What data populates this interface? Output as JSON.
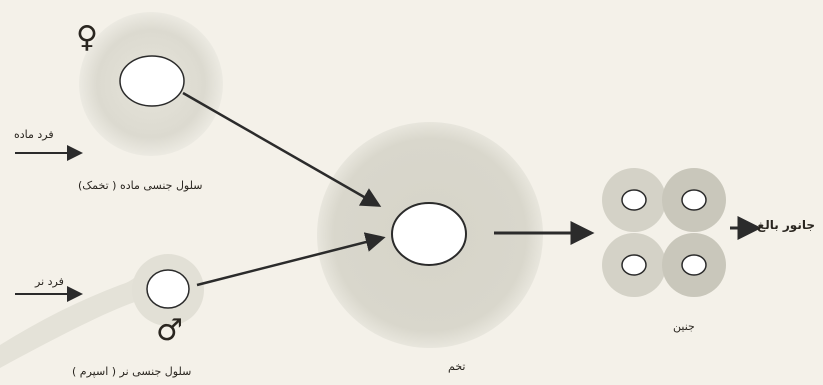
{
  "labels": {
    "female_individual": "فرد ماده",
    "male_individual": "فرد نر",
    "female_sex_cell": "سلول جنسی ماده ( تخمک)",
    "male_sex_cell": "سلول جنسی نر ( اسپرم )",
    "zygote": "تخم",
    "embryo": "جنین",
    "adult_animal": "جانور بالغ"
  },
  "symbols": {
    "female": "♀",
    "male": "♂"
  },
  "colors": {
    "background": "#f4f1e9",
    "cell_fill": "#dddbd0",
    "nucleus_fill": "#ffffff",
    "stroke": "#2b2b2b"
  }
}
